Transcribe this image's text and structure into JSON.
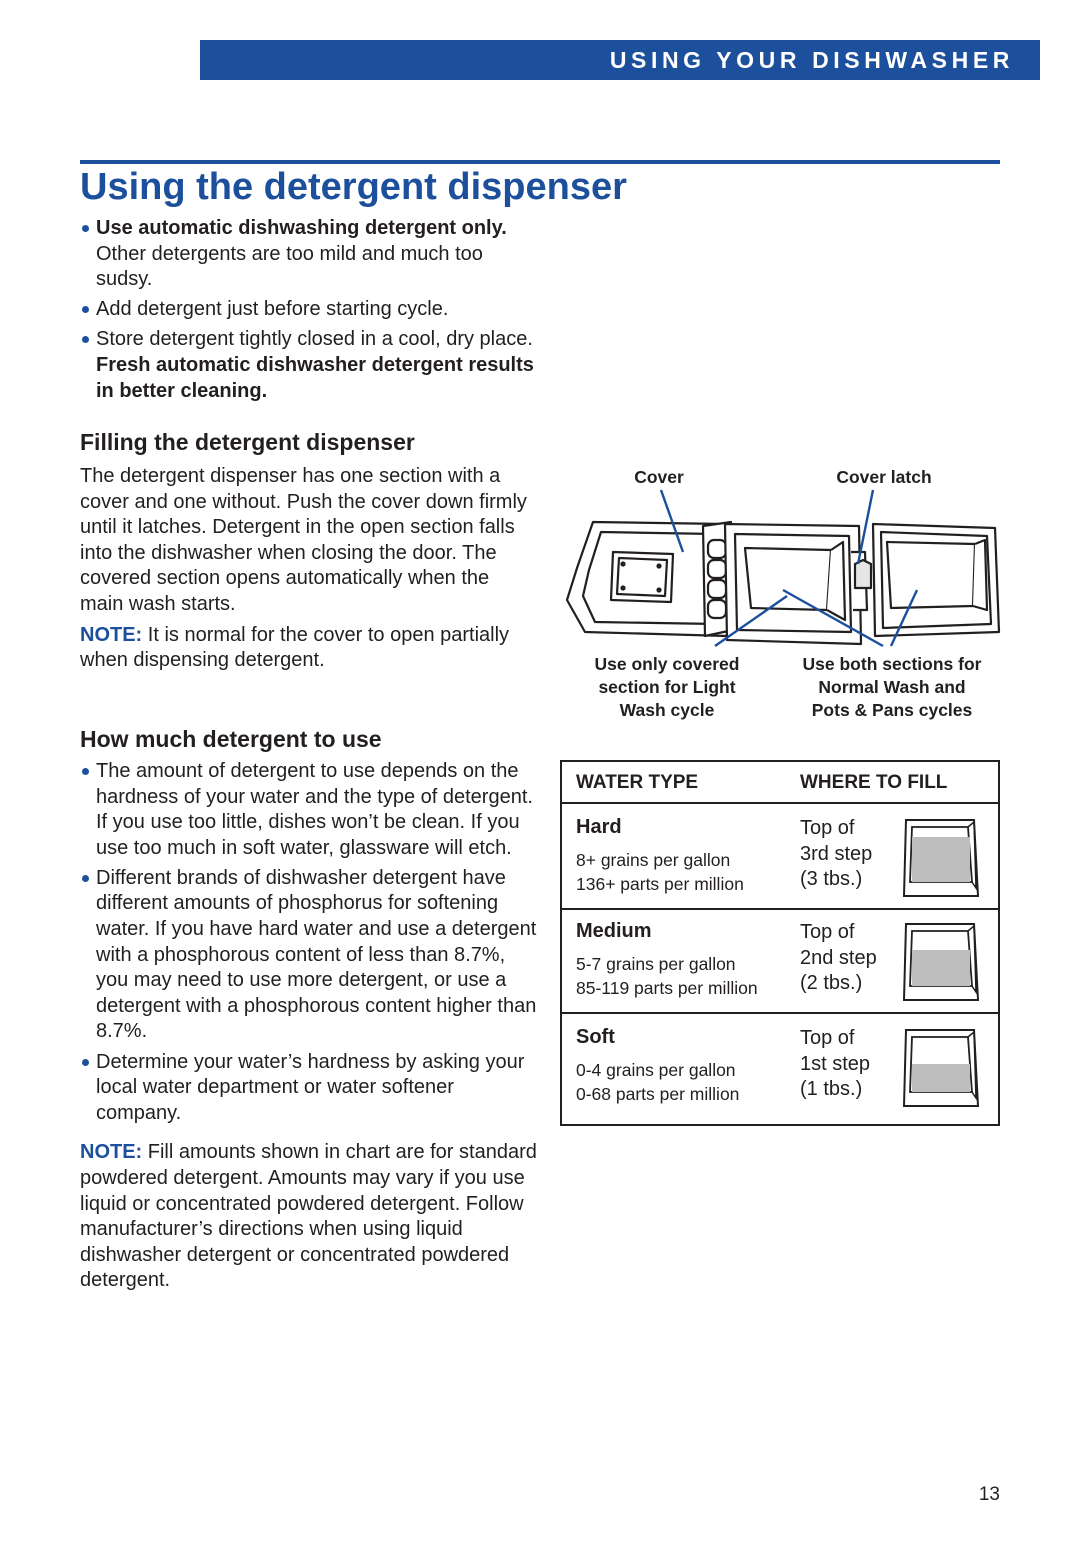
{
  "header": {
    "section_title": "USING YOUR DISHWASHER"
  },
  "page_title": "Using the detergent dispenser",
  "intro_bullets": [
    {
      "bold": "Use automatic dishwashing detergent only.",
      "text": " Other detergents are too mild and much too sudsy."
    },
    {
      "text": "Add detergent just before starting cycle."
    },
    {
      "text": "Store detergent tightly closed in a cool, dry place. ",
      "bold": "Fresh automatic dishwasher detergent results in better cleaning."
    }
  ],
  "filling": {
    "heading": "Filling the detergent dispenser",
    "paragraph": "The detergent dispenser has one section with a cover and one without. Push the cover down firmly until it latches. Detergent in the open section falls into the dishwasher when closing the door. The covered section opens automatically when the main wash starts.",
    "note_label": "NOTE:",
    "note_text": " It is normal for the cover to open partially when dispensing detergent."
  },
  "diagram": {
    "label_cover": "Cover",
    "label_cover_latch": "Cover latch",
    "label_left": [
      "Use only covered",
      "section for Light",
      "Wash cycle"
    ],
    "label_right": [
      "Use both sections for",
      "Normal Wash and",
      "Pots & Pans cycles"
    ]
  },
  "how_much": {
    "heading": "How much detergent to use",
    "bullets": [
      "The amount of detergent to use depends on the hardness of your water and the type of detergent. If you use too little, dishes won’t be clean. If you use too much in soft water, glassware will etch.",
      "Different brands of dishwasher detergent have different amounts of phosphorus for softening water. If you have hard water and use a detergent with a phosphorous content of less than 8.7%, you may need to use more detergent, or use a detergent with a phosphorous content higher than 8.7%.",
      "Determine your water’s hardness by asking your local water department or water softener company."
    ],
    "note_label": "NOTE:",
    "note_text": " Fill amounts shown in chart are for standard powdered detergent. Amounts may vary if you use liquid or concentrated powdered detergent. Follow manufacturer’s directions when using liquid dishwasher detergent or concentrated powdered detergent."
  },
  "table": {
    "col_water_type": "WATER TYPE",
    "col_where_to_fill": "WHERE TO FILL",
    "rows": [
      {
        "type": "Hard",
        "grains": "8+ grains per gallon",
        "ppm": "136+ parts per million",
        "fill_line1": "Top of",
        "fill_line2": "3rd step",
        "fill_line3": "(3 tbs.)",
        "fill_level": 0.82
      },
      {
        "type": "Medium",
        "grains": "5-7 grains per gallon",
        "ppm": "85-119 parts per million",
        "fill_line1": "Top of",
        "fill_line2": "2nd step",
        "fill_line3": "(2 tbs.)",
        "fill_level": 0.66
      },
      {
        "type": "Soft",
        "grains": "0-4 grains per gallon",
        "ppm": "0-68 parts per million",
        "fill_line1": "Top of",
        "fill_line2": "1st step",
        "fill_line3": "(1 tbs.)",
        "fill_level": 0.5
      }
    ]
  },
  "page_number": "13",
  "colors": {
    "accent_blue": "#1c4f9c",
    "text": "#231f20",
    "detergent_gray": "#bdbdbd"
  }
}
